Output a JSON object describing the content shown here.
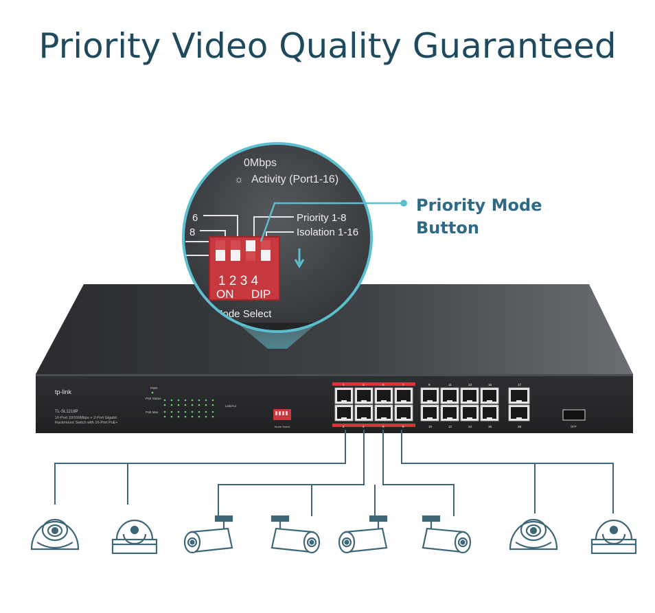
{
  "headline": "Priority Video Quality Guaranteed",
  "callout": {
    "line1": "Priority Mode",
    "line2": "Button"
  },
  "zoom": {
    "top_text_1": "0Mbps",
    "top_text_2": "Activity  (Port1-16)",
    "label_priority": "Priority 1-8",
    "label_isolation": "Isolation 1-16",
    "left_num_1": "6",
    "left_num_2": "8",
    "dip_numbers": "1 2 3 4",
    "dip_on": "ON",
    "dip_dip": "DIP",
    "mode_select": "Mode Select"
  },
  "switch": {
    "brand": "tp-link",
    "model": "TL-SL1218P",
    "desc_line1": "16-Port 10/100Mbps + 2-Port Gigabit",
    "desc_line2": "Rackmount Switch with 16-Port PoE+",
    "led_pwr": "PWR",
    "led_poe_status": "PoE Status",
    "led_poe_max": "PoE Max",
    "led_lnk_act": "Link/Act",
    "sfp_label": "SFP",
    "top_port_numbers": [
      "1",
      "3",
      "5",
      "7",
      "9",
      "11",
      "13",
      "15",
      "17"
    ],
    "bottom_port_numbers": [
      "2",
      "4",
      "6",
      "8",
      "10",
      "12",
      "14",
      "16",
      "18"
    ]
  },
  "colors": {
    "headline": "#1f4a5e",
    "callout": "#2e6a85",
    "teal": "#5cbfd0",
    "dip_red": "#c8383f",
    "priority_red": "#d9343a",
    "device_line": "#3d6676"
  },
  "icons": [
    "dome-camera-icon",
    "dome-camera-icon",
    "bullet-camera-icon",
    "bullet-camera-icon",
    "bullet-camera-icon",
    "bullet-camera-icon",
    "dome-camera-icon",
    "dome-camera-icon"
  ]
}
